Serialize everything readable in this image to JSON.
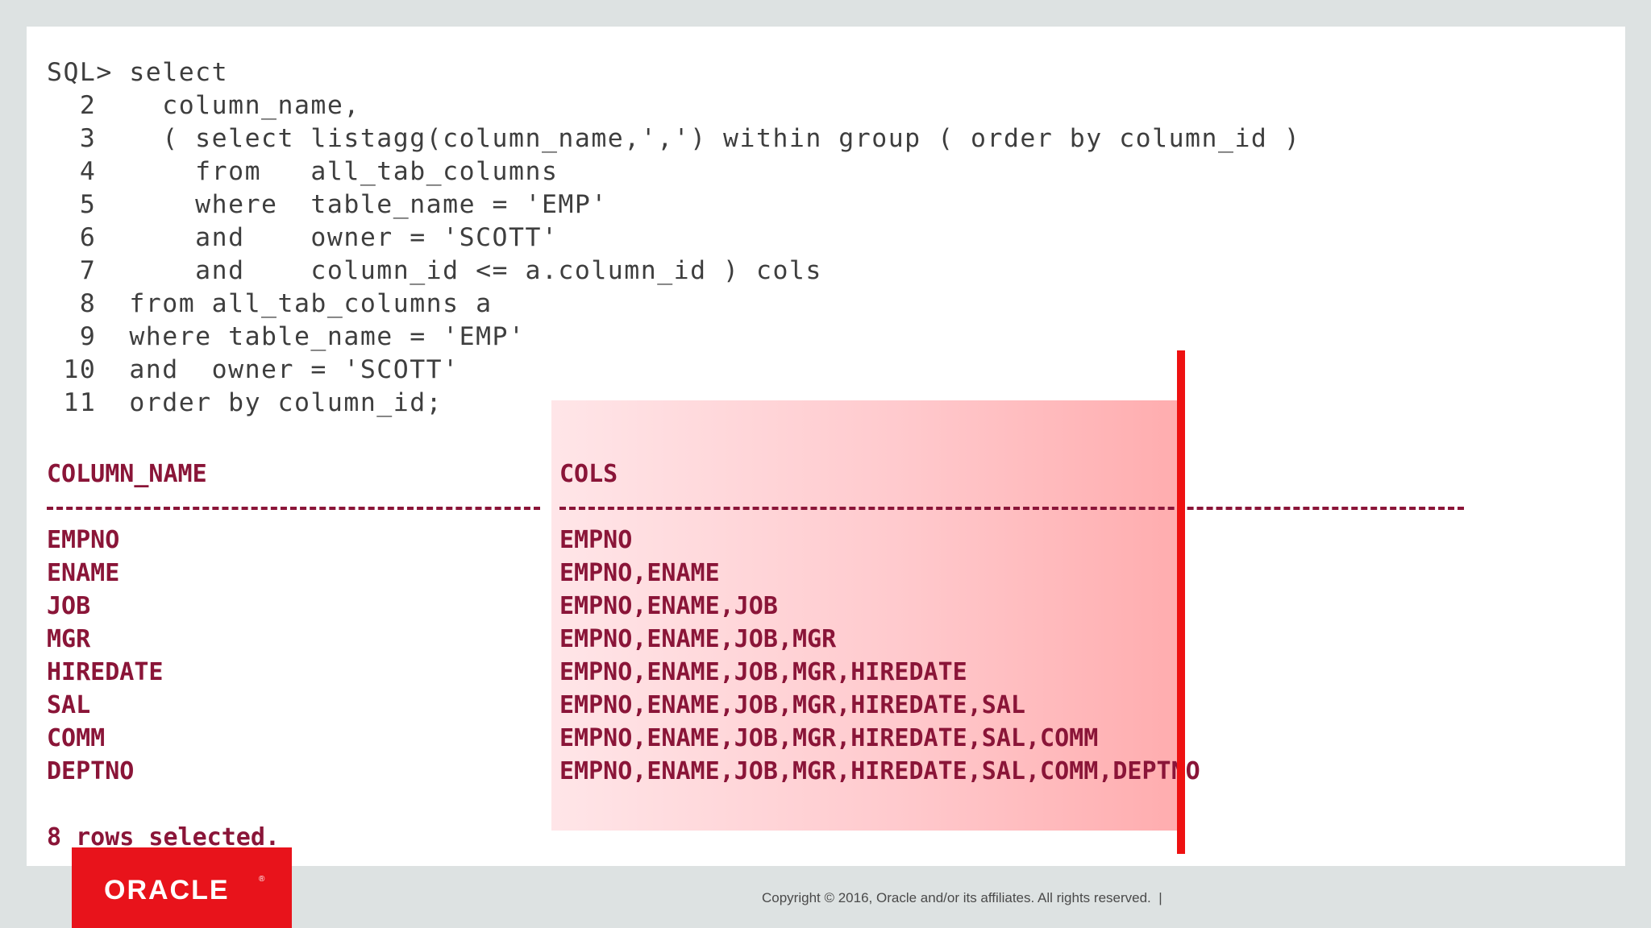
{
  "sql": {
    "lines": [
      "SQL> select",
      "  2    column_name,",
      "  3    ( select listagg(column_name,',') within group ( order by column_id )",
      "  4      from   all_tab_columns",
      "  5      where  table_name = 'EMP'",
      "  6      and    owner = 'SCOTT'",
      "  7      and    column_id <= a.column_id ) cols",
      "  8  from all_tab_columns a",
      "  9  where table_name = 'EMP'",
      " 10  and  owner = 'SCOTT'",
      " 11  order by column_id;"
    ]
  },
  "results": {
    "headers": [
      "COLUMN_NAME",
      "COLS"
    ],
    "rows": [
      [
        "EMPNO",
        "EMPNO"
      ],
      [
        "ENAME",
        "EMPNO,ENAME"
      ],
      [
        "JOB",
        "EMPNO,ENAME,JOB"
      ],
      [
        "MGR",
        "EMPNO,ENAME,JOB,MGR"
      ],
      [
        "HIREDATE",
        "EMPNO,ENAME,JOB,MGR,HIREDATE"
      ],
      [
        "SAL",
        "EMPNO,ENAME,JOB,MGR,HIREDATE,SAL"
      ],
      [
        "COMM",
        "EMPNO,ENAME,JOB,MGR,HIREDATE,SAL,COMM"
      ],
      [
        "DEPTNO",
        "EMPNO,ENAME,JOB,MGR,HIREDATE,SAL,COMM,DEPTNO"
      ]
    ],
    "footer": "8 rows selected."
  },
  "branding": {
    "logo_text": "ORACLE",
    "logo_reg": "®",
    "copyright": "Copyright © 2016, Oracle and/or its affiliates. All rights reserved.  |"
  },
  "colors": {
    "result_text": "#8a1538",
    "code_text": "#3e3e3e",
    "marker": "#ee1111",
    "brand_red": "#e8131b",
    "background": "#dde2e2"
  }
}
